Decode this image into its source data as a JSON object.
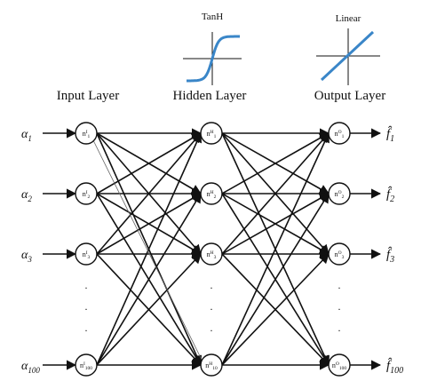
{
  "activations": [
    {
      "name": "TanH",
      "kind": "tanh",
      "color": "#3a86c8"
    },
    {
      "name": "Linear",
      "kind": "linear",
      "color": "#3a86c8"
    }
  ],
  "layers": [
    {
      "title": "Input Layer",
      "prefix": "n",
      "sup": "I"
    },
    {
      "title": "Hidden Layer",
      "prefix": "n",
      "sup": "H"
    },
    {
      "title": "Output Layer",
      "prefix": "n",
      "sup": "O"
    }
  ],
  "node_subscripts": [
    [
      "1",
      "2",
      "3",
      "100"
    ],
    [
      "1",
      "2",
      "3",
      "10"
    ],
    [
      "1",
      "2",
      "3",
      "100"
    ]
  ],
  "inputs": [
    {
      "base": "α",
      "sub": "1"
    },
    {
      "base": "α",
      "sub": "2"
    },
    {
      "base": "α",
      "sub": "3"
    },
    {
      "base": "α",
      "sub": "100"
    }
  ],
  "outputs": [
    {
      "base": "f̂",
      "sub": "1"
    },
    {
      "base": "f̂",
      "sub": "2"
    },
    {
      "base": "f̂",
      "sub": "3"
    },
    {
      "base": "f̂",
      "sub": "100"
    }
  ],
  "ellipsis": "·",
  "line_color": "#111111"
}
